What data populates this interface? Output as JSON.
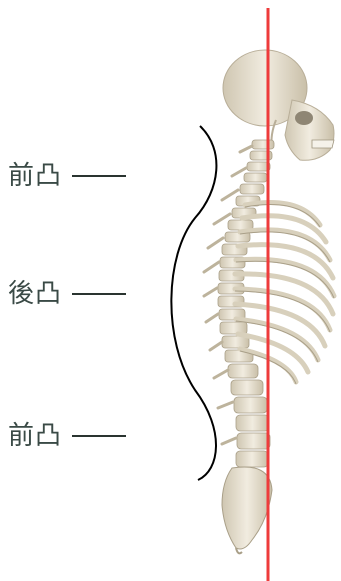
{
  "labels": {
    "cervical": "前凸",
    "thoracic": "後凸",
    "lumbar": "前凸"
  },
  "colors": {
    "text": "#3a4a46",
    "tick": "#2a3430",
    "curve": "#000000",
    "plumb_line": "#ee3b3b",
    "bone": "#ece6d6",
    "bone_shadow": "#b8ae98"
  }
}
